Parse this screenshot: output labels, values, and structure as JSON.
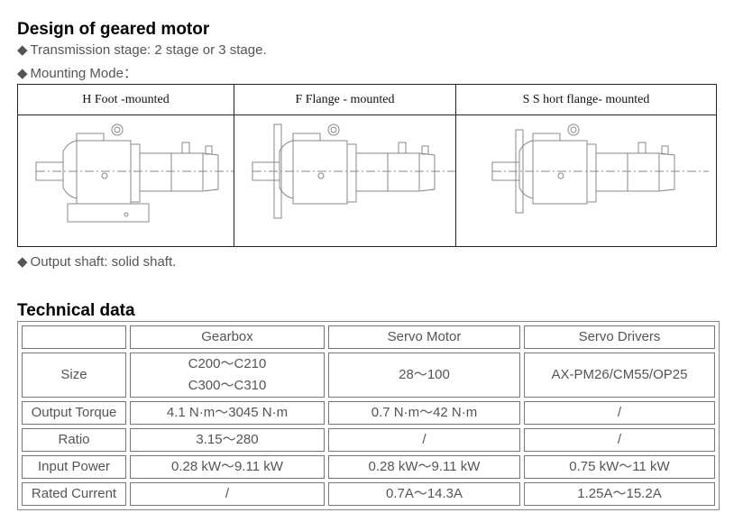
{
  "design": {
    "title": "Design of geared motor",
    "bullet_icon": "diamond-icon",
    "transmission": "Transmission stage: 2 stage or 3 stage.",
    "mounting": "Mounting Mode：",
    "output_shaft": "Output shaft: solid shaft.",
    "modes": [
      {
        "label": "H  Foot -mounted"
      },
      {
        "label": "F  Flange  - mounted"
      },
      {
        "label": "S  S hort flange- mounted"
      }
    ]
  },
  "technical": {
    "title": "Technical data",
    "headers": [
      "",
      "Gearbox",
      "Servo Motor",
      "Servo Drivers"
    ],
    "rows": [
      {
        "label": "Size",
        "gearbox": [
          "C200～C210",
          "C300～C310"
        ],
        "motor": "28～100",
        "driver": "AX-PM26/CM55/OP25"
      },
      {
        "label": "Output Torque",
        "gearbox": [
          "4.1 N·m～3045 N·m"
        ],
        "motor": "0.7 N·m～42 N·m",
        "driver": "/"
      },
      {
        "label": "Ratio",
        "gearbox": [
          "3.15～280"
        ],
        "motor": "/",
        "driver": "/"
      },
      {
        "label": "Input Power",
        "gearbox": [
          "0.28 kW～9.11 kW"
        ],
        "motor": "0.28 kW～9.11 kW",
        "driver": "0.75 kW～11 kW"
      },
      {
        "label": "Rated Current",
        "gearbox": [
          "/"
        ],
        "motor": "0.7A～14.3A",
        "driver": "1.25A～15.2A"
      }
    ]
  }
}
